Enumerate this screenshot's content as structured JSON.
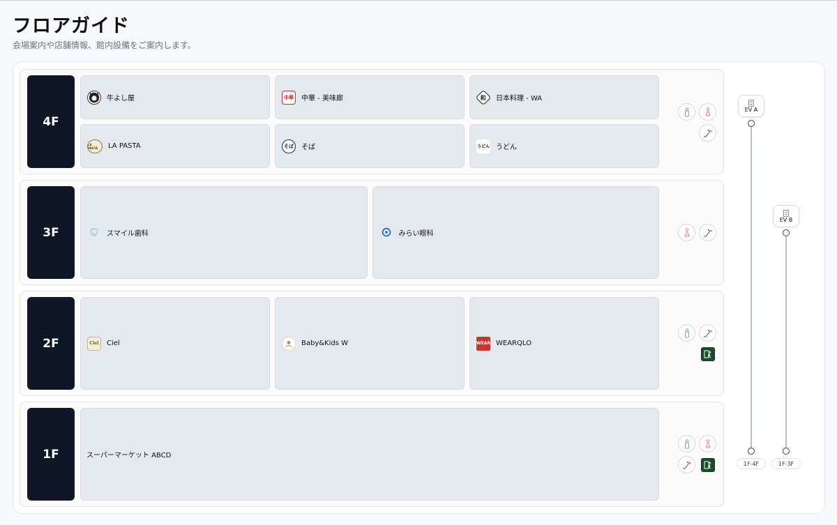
{
  "header": {
    "title": "フロアガイド",
    "subtitle": "会場案内や店舗情報、館内設備をご案内します。"
  },
  "floors": [
    {
      "label": "4F",
      "shops": [
        {
          "name": "牛よし屋",
          "logo": "gyu-logo"
        },
        {
          "name": "中華 - 美味廊",
          "logo": "chuka-logo"
        },
        {
          "name": "日本料理 - WA",
          "logo": "wa-logo"
        },
        {
          "name": "LA PASTA",
          "logo": "pasta-logo"
        },
        {
          "name": "そば",
          "logo": "soba-logo"
        },
        {
          "name": "うどん",
          "logo": "udon-logo"
        }
      ],
      "facilities": [
        "male-restroom-icon",
        "female-restroom-icon",
        "escalator-icon"
      ]
    },
    {
      "label": "3F",
      "shops": [
        {
          "name": "スマイル歯科",
          "logo": "dental-logo"
        },
        {
          "name": "みらい眼科",
          "logo": "eye-clinic-logo"
        }
      ],
      "facilities": [
        "female-restroom-icon",
        "escalator-icon"
      ]
    },
    {
      "label": "2F",
      "shops": [
        {
          "name": "Ciel",
          "logo": "ciel-logo"
        },
        {
          "name": "Baby&Kids W",
          "logo": "babykids-logo"
        },
        {
          "name": "WEARQLO",
          "logo": "wearqlo-logo"
        }
      ],
      "facilities": [
        "male-restroom-icon",
        "escalator-icon",
        "emergency-exit-icon"
      ]
    },
    {
      "label": "1F",
      "shops": [
        {
          "name": "スーパーマーケット ABCD",
          "logo": ""
        }
      ],
      "facilities": [
        "male-restroom-icon",
        "female-restroom-icon",
        "escalator-icon",
        "emergency-exit-icon"
      ]
    }
  ],
  "elevators": [
    {
      "name": "EV A",
      "range": "1F-4F"
    },
    {
      "name": "EV B",
      "range": "1F-3F"
    }
  ],
  "logo_text": {
    "chuka": "中華",
    "wa": "和",
    "pasta": "LA PASTA",
    "soba": "そば",
    "udon": "うどん",
    "ciel": "Ciel",
    "wear": "WEAR"
  },
  "colors": {
    "floor_label_bg": "#0f1626",
    "shop_bg": "#e4e8ef",
    "male": "#7aa2e3",
    "female": "#e88a8a",
    "exit": "#1a4b2a"
  }
}
